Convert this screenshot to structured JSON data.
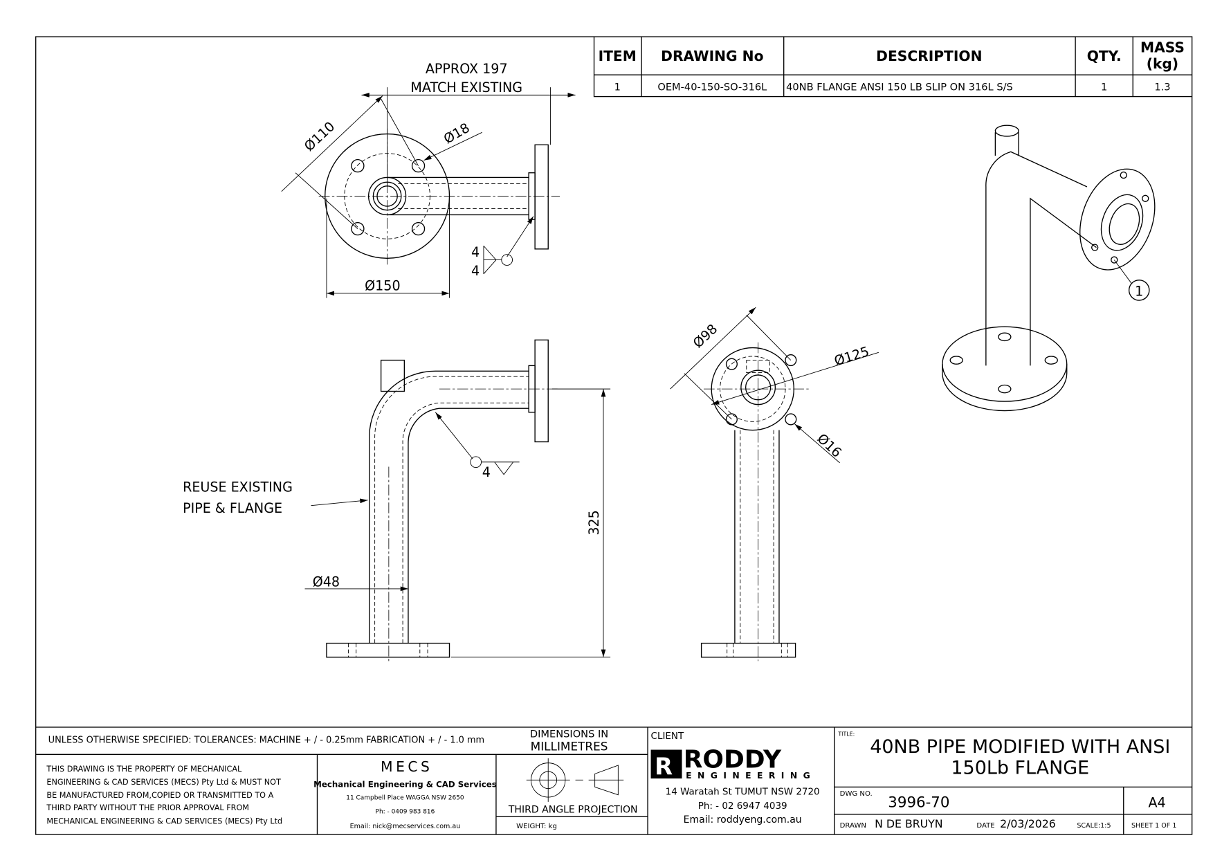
{
  "bom": {
    "headers": {
      "item": "ITEM",
      "drawing_no": "DRAWING No",
      "description": "DESCRIPTION",
      "qty": "QTY.",
      "mass_1": "MASS",
      "mass_2": "(kg)"
    },
    "rows": [
      {
        "item": "1",
        "drawing_no": "OEM-40-150-SO-316L",
        "description": "40NB FLANGE ANSI 150 LB SLIP ON 316L S/S",
        "qty": "1",
        "mass": "1.3"
      }
    ]
  },
  "views": {
    "top": {
      "approx_1": "APPROX 197",
      "approx_2": "MATCH EXISTING",
      "d110": "Ø110",
      "d18": "Ø18",
      "d150": "Ø150",
      "weld_top": "4",
      "weld_bottom": "4"
    },
    "front": {
      "note_1": "REUSE EXISTING",
      "note_2": "PIPE & FLANGE",
      "d48": "Ø48",
      "len325": "325",
      "weld": "4"
    },
    "side": {
      "d98": "Ø98",
      "d125": "Ø125",
      "d16": "Ø16"
    },
    "iso": {
      "balloon": "1"
    }
  },
  "title_block": {
    "tolerances": "UNLESS OTHERWISE SPECIFIED: TOLERANCES: MACHINE + / - 0.25mm  FABRICATION + / - 1.0 mm",
    "units_1": "DIMENSIONS IN",
    "units_2": "MILLIMETRES",
    "property": [
      "THIS DRAWING IS THE PROPERTY OF MECHANICAL",
      "ENGINEERING & CAD SERVICES (MECS) Pty Ltd & MUST NOT",
      "BE MANUFACTURED FROM,COPIED OR TRANSMITTED TO A",
      "THIRD PARTY WITHOUT THE PRIOR APPROVAL FROM",
      "MECHANICAL ENGINEERING & CAD SERVICES (MECS) Pty Ltd"
    ],
    "mecs": {
      "logo": "MECS",
      "name": "Mechanical Engineering & CAD Services",
      "address": "11 Campbell Place WAGGA NSW 2650",
      "phone": "Ph: - 0409 983 816",
      "email": "Email: nick@mecservices.com.au"
    },
    "projection": "THIRD ANGLE PROJECTION",
    "weight": "WEIGHT: kg",
    "client": {
      "label": "CLIENT",
      "logo_main": "RODDY",
      "logo_sub": "ENGINEERING",
      "address": "14 Waratah St TUMUT NSW 2720",
      "phone": "Ph: - 02 6947 4039",
      "email": "Email: roddyeng.com.au"
    },
    "title_label": "TITLE:",
    "title_1": "40NB PIPE MODIFIED WITH ANSI",
    "title_2": "150Lb FLANGE",
    "dwg_label": "DWG NO.",
    "dwg_no": "3996-70",
    "size": "A4",
    "drawn_label": "DRAWN",
    "drawn": "N DE BRUYN",
    "date_label": "DATE",
    "date": "2/03/2026",
    "scale": "SCALE:1:5",
    "sheet": "SHEET 1 OF 1"
  }
}
